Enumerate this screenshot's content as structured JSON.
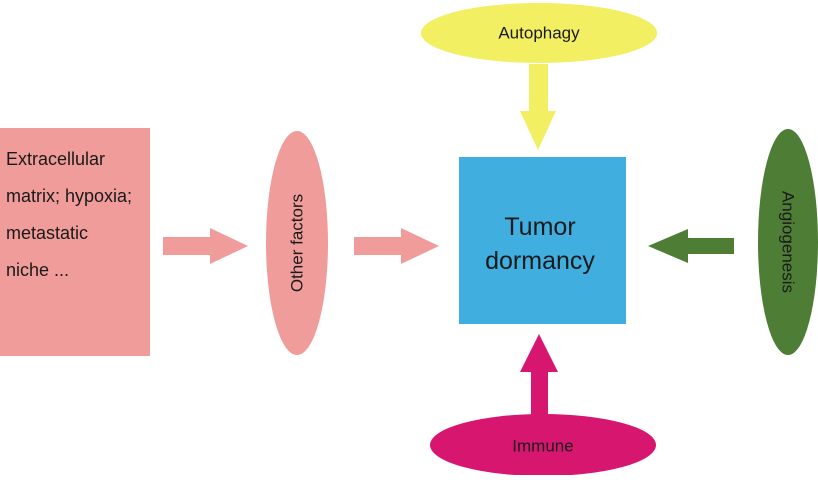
{
  "diagram": {
    "center": {
      "lines": [
        "Tumor",
        "dormancy"
      ],
      "color": "#41aee0"
    },
    "extracellular": {
      "lines": [
        "Extracellular",
        "matrix; hypoxia;",
        "metastatic",
        "niche ..."
      ],
      "color": "#f09c9a"
    },
    "other_factors": {
      "label": "Other factors",
      "color": "#f09c9a"
    },
    "autophagy": {
      "label": "Autophagy",
      "color": "#f2ef62"
    },
    "angiogenesis": {
      "label": "Angiogenesis",
      "color": "#4e7d35"
    },
    "immune": {
      "label": "Immune",
      "color": "#d6166f"
    }
  }
}
